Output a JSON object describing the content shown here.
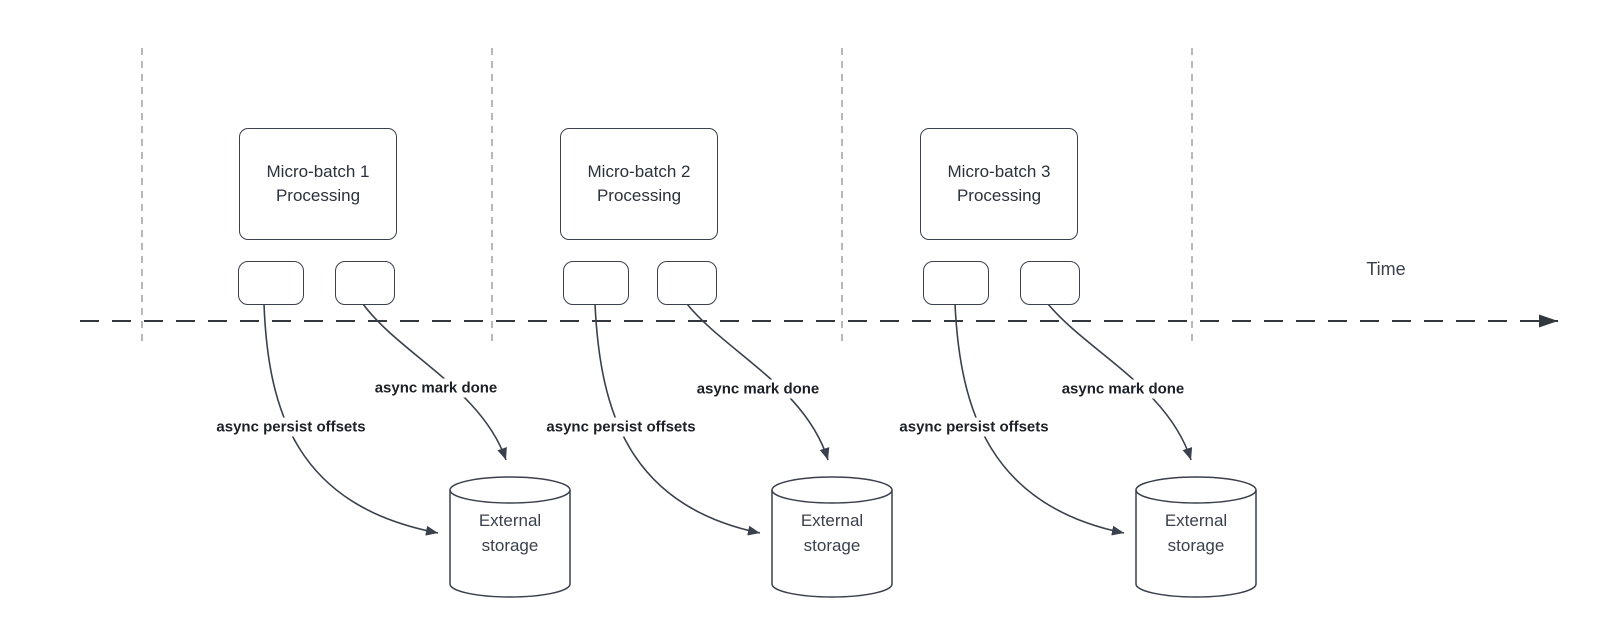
{
  "diagram": {
    "time_label": "Time",
    "sections": [
      {
        "title": {
          "line1": "Micro-batch 1",
          "line2": "Processing"
        },
        "persist_arrow_label": "async persist offsets",
        "mark_done_arrow_label": "async mark done",
        "storage": {
          "line1": "External",
          "line2": "storage"
        }
      },
      {
        "title": {
          "line1": "Micro-batch 2",
          "line2": "Processing"
        },
        "persist_arrow_label": "async persist offsets",
        "mark_done_arrow_label": "async mark done",
        "storage": {
          "line1": "External",
          "line2": "storage"
        }
      },
      {
        "title": {
          "line1": "Micro-batch 3",
          "line2": "Processing"
        },
        "persist_arrow_label": "async persist offsets",
        "mark_done_arrow_label": "async mark done",
        "storage": {
          "line1": "External",
          "line2": "storage"
        }
      }
    ],
    "colors": {
      "stroke": "#3a414c",
      "guide_line": "#acacac",
      "label_text": "#1c2027",
      "background": "#ffffff"
    }
  }
}
